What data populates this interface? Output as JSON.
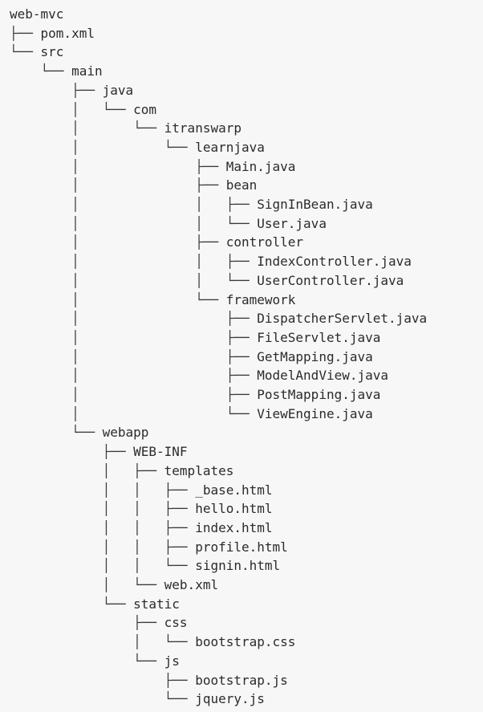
{
  "tree": [
    {
      "prefix": "",
      "name": "web-mvc"
    },
    {
      "prefix": "├── ",
      "name": "pom.xml"
    },
    {
      "prefix": "└── ",
      "name": "src"
    },
    {
      "prefix": "    └── ",
      "name": "main"
    },
    {
      "prefix": "        ├── ",
      "name": "java"
    },
    {
      "prefix": "        │   └── ",
      "name": "com"
    },
    {
      "prefix": "        │       └── ",
      "name": "itranswarp"
    },
    {
      "prefix": "        │           └── ",
      "name": "learnjava"
    },
    {
      "prefix": "        │               ├── ",
      "name": "Main.java"
    },
    {
      "prefix": "        │               ├── ",
      "name": "bean"
    },
    {
      "prefix": "        │               │   ├── ",
      "name": "SignInBean.java"
    },
    {
      "prefix": "        │               │   └── ",
      "name": "User.java"
    },
    {
      "prefix": "        │               ├── ",
      "name": "controller"
    },
    {
      "prefix": "        │               │   ├── ",
      "name": "IndexController.java"
    },
    {
      "prefix": "        │               │   └── ",
      "name": "UserController.java"
    },
    {
      "prefix": "        │               └── ",
      "name": "framework"
    },
    {
      "prefix": "        │                   ├── ",
      "name": "DispatcherServlet.java"
    },
    {
      "prefix": "        │                   ├── ",
      "name": "FileServlet.java"
    },
    {
      "prefix": "        │                   ├── ",
      "name": "GetMapping.java"
    },
    {
      "prefix": "        │                   ├── ",
      "name": "ModelAndView.java"
    },
    {
      "prefix": "        │                   ├── ",
      "name": "PostMapping.java"
    },
    {
      "prefix": "        │                   └── ",
      "name": "ViewEngine.java"
    },
    {
      "prefix": "        └── ",
      "name": "webapp"
    },
    {
      "prefix": "            ├── ",
      "name": "WEB-INF"
    },
    {
      "prefix": "            │   ├── ",
      "name": "templates"
    },
    {
      "prefix": "            │   │   ├── ",
      "name": "_base.html"
    },
    {
      "prefix": "            │   │   ├── ",
      "name": "hello.html"
    },
    {
      "prefix": "            │   │   ├── ",
      "name": "index.html"
    },
    {
      "prefix": "            │   │   ├── ",
      "name": "profile.html"
    },
    {
      "prefix": "            │   │   └── ",
      "name": "signin.html"
    },
    {
      "prefix": "            │   └── ",
      "name": "web.xml"
    },
    {
      "prefix": "            └── ",
      "name": "static"
    },
    {
      "prefix": "                ├── ",
      "name": "css"
    },
    {
      "prefix": "                │   └── ",
      "name": "bootstrap.css"
    },
    {
      "prefix": "                └── ",
      "name": "js"
    },
    {
      "prefix": "                    ├── ",
      "name": "bootstrap.js"
    },
    {
      "prefix": "                    └── ",
      "name": "jquery.js"
    }
  ]
}
